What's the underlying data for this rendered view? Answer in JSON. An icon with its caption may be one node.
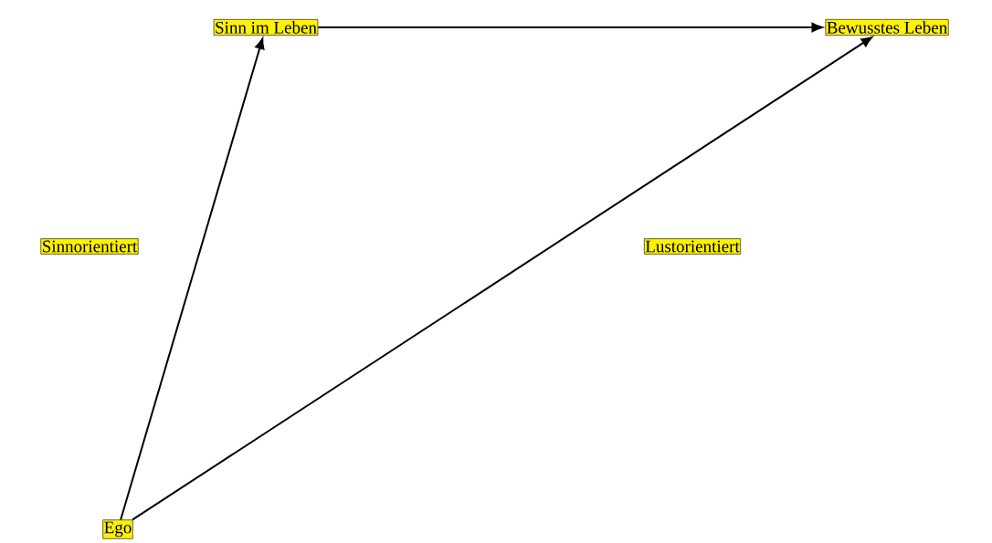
{
  "diagram": {
    "nodes": [
      {
        "text": [
          "Sinn im Leben"
        ]
      },
      {
        "text": [
          "Bewusstes Leben"
        ]
      },
      {
        "text": [
          "Sinnorientiert"
        ]
      },
      {
        "text": [
          "Lustorientiert"
        ]
      },
      {
        "text": [
          "Ego"
        ]
      }
    ],
    "edges": [
      {
        "from": 0,
        "to": 1,
        "arrow": "to"
      },
      {
        "from": 4,
        "to": 0,
        "arrow": "to"
      },
      {
        "from": 4,
        "to": 1,
        "arrow": "to"
      }
    ]
  }
}
